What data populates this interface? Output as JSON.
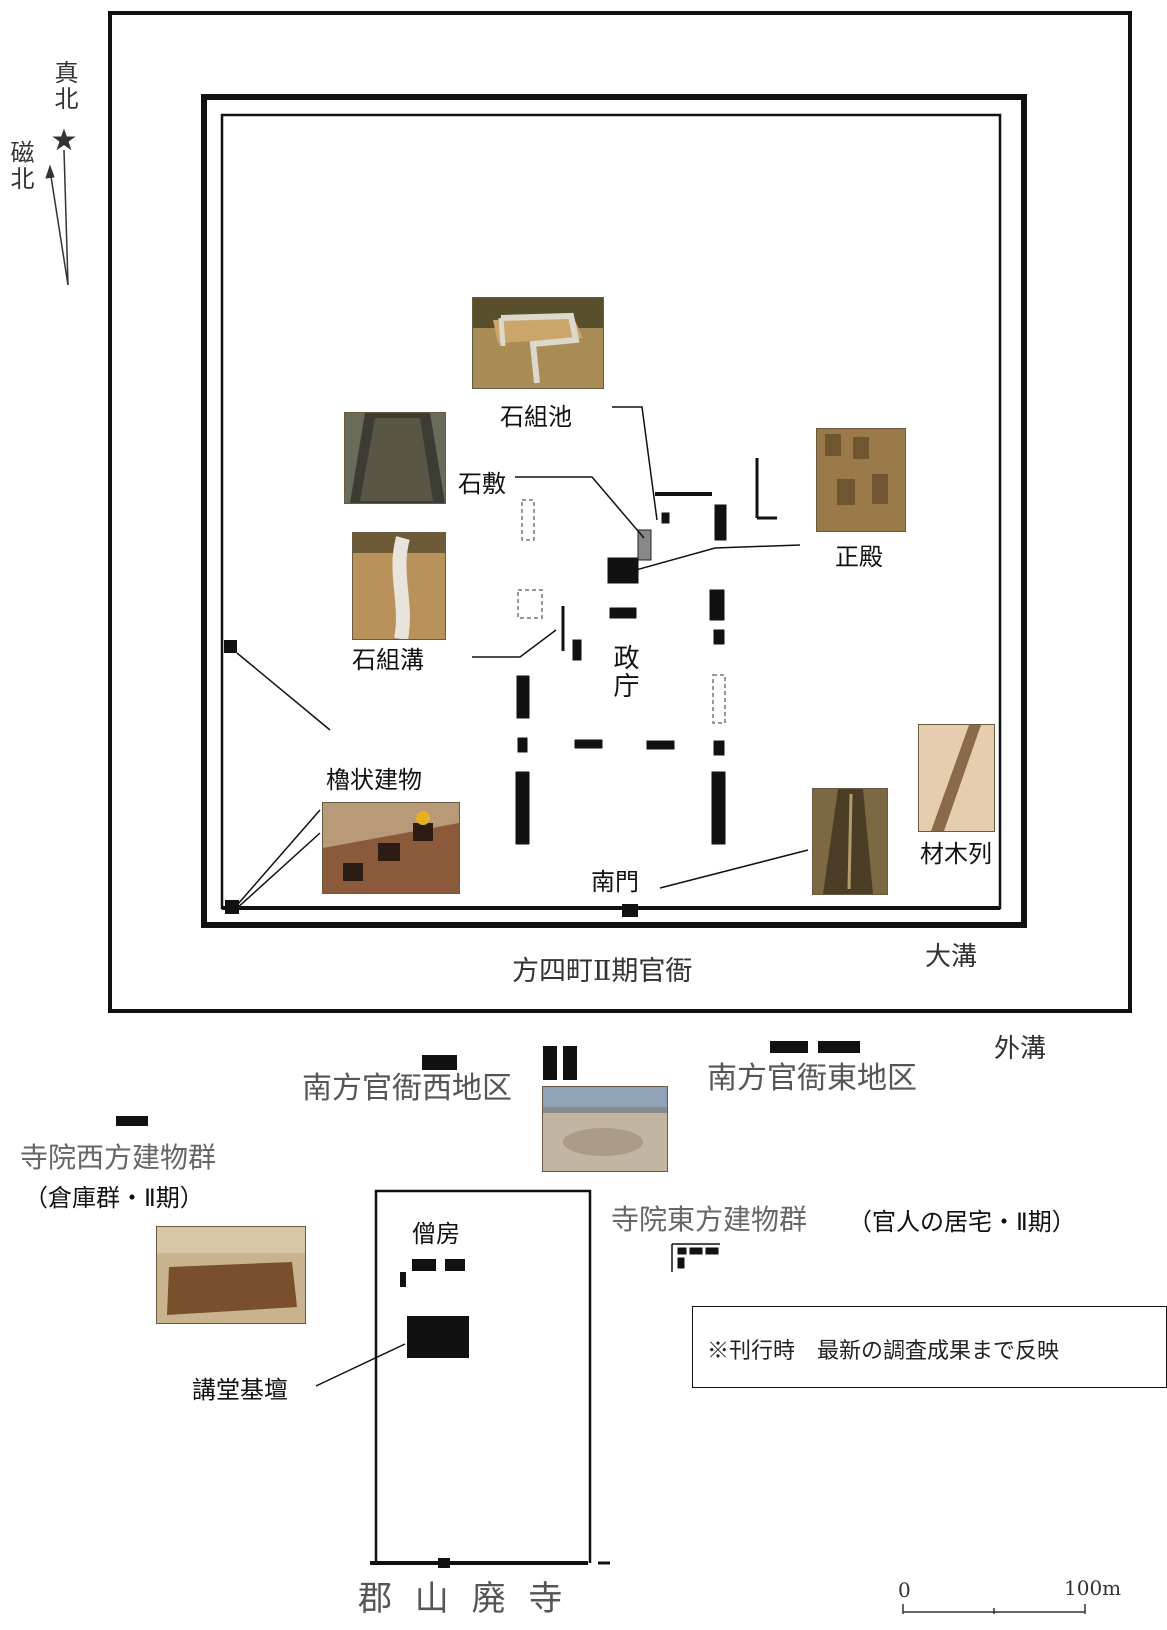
{
  "north": {
    "true_north": "真北",
    "magnetic_north": "磁北"
  },
  "labels": {
    "ishigumi_ike": "石組池",
    "shikiishi": "石敷",
    "seiden": "正殿",
    "ishigumi_mizo": "石組溝",
    "seicho": "政庁",
    "yagura": "櫓状建物",
    "nanmon": "南門",
    "zaimokuretsu": "材木列",
    "hoyoncho": "方四町Ⅱ期官衙",
    "omizo": "大溝",
    "sotomizo": "外溝",
    "nanpo_west": "南方官衙西地区",
    "nanpo_east": "南方官衙東地区",
    "jiin_west": "寺院西方建物群",
    "jiin_west_note": "（倉庫群・Ⅱ期）",
    "jiin_east": "寺院東方建物群",
    "jiin_east_note": "（官人の居宅・Ⅱ期）",
    "sobo": "僧房",
    "kodo": "講堂基壇",
    "temple": "郡 山 廃 寺"
  },
  "note": "※刊行時　最新の調査成果まで反映",
  "scale": {
    "start": "0",
    "end": "100m"
  },
  "photos": {
    "ishigumi_ike": "stone-lined pond excavation",
    "shikiishi": "stone paving excavation",
    "seiden": "main hall pillar holes",
    "ishigumi_mizo": "stone-lined ditch",
    "yagura": "tower building pits",
    "zaimokuretsu_near": "timber row trench",
    "zaimokuretsu": "timber row trench",
    "nanpo_west": "southern office west area",
    "kodo": "lecture hall platform"
  }
}
